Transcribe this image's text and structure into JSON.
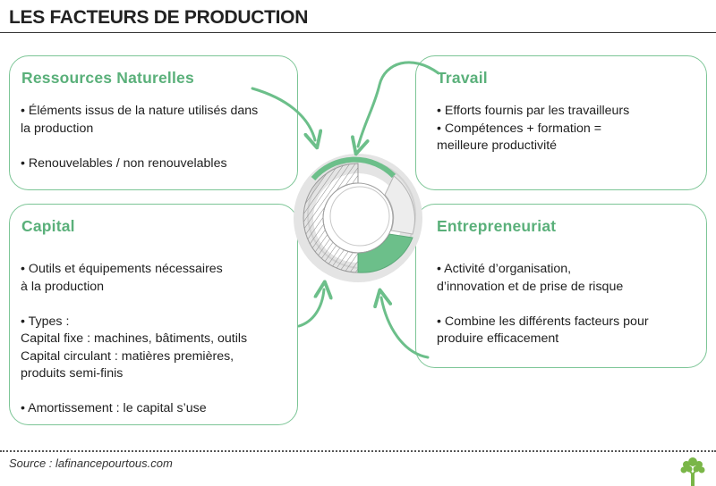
{
  "title": "LES FACTEURS DE PRODUCTION",
  "boxes": {
    "ressources": {
      "heading": "Ressources Naturelles",
      "lines": [
        "• Éléments issus de la nature utilisés dans",
        "la production",
        "",
        "• Renouvelables / non renouvelables"
      ]
    },
    "travail": {
      "heading": "Travail",
      "lines": [
        "• Efforts fournis par les travailleurs",
        "• Compétences + formation =",
        "meilleure productivité"
      ]
    },
    "capital": {
      "heading": "Capital",
      "lines": [
        "• Outils et équipements nécessaires",
        "à la production",
        "",
        "• Types :",
        "Capital fixe : machines, bâtiments, outils",
        "Capital circulant : matières premières,",
        "produits semi-finis",
        "",
        "• Amortissement : le capital s’use"
      ]
    },
    "entrepreneuriat": {
      "heading": "Entrepreneuriat",
      "lines": [
        "• Activité d’organisation,",
        "d’innovation et de prise de risque",
        "",
        "• Combine les différents facteurs pour",
        "produire efficacement"
      ]
    }
  },
  "source": "Source : lafinancepourtous.com",
  "colors": {
    "accent": "#5ab07a",
    "border": "#7cc596",
    "ring_fill": "#6cbf8a",
    "ring_hatch": "#8a8a8a"
  },
  "icons": {
    "logo": "tree-logo-icon",
    "center": "circular-ring-icon"
  }
}
